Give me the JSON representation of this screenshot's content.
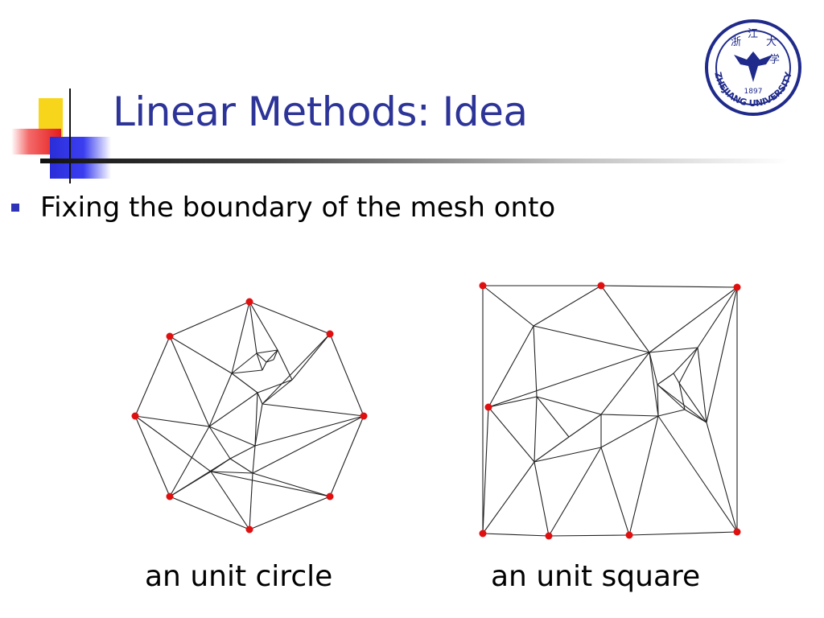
{
  "slide": {
    "title": "Linear Methods: Idea",
    "bullet": "Fixing the boundary of the mesh onto"
  },
  "logo": {
    "text": "ZHEJIANG UNIVERSITY",
    "year": "1897",
    "color": "#1f2a8a"
  },
  "figures": [
    {
      "name": "unit-circle-mesh",
      "caption": "an unit circle"
    },
    {
      "name": "unit-square-mesh",
      "caption": "an unit square"
    }
  ],
  "colors": {
    "title": "#2d3498",
    "bullet": "#2d34b8",
    "mesh_edge": "#222222",
    "boundary_vertex": "#e01010"
  }
}
